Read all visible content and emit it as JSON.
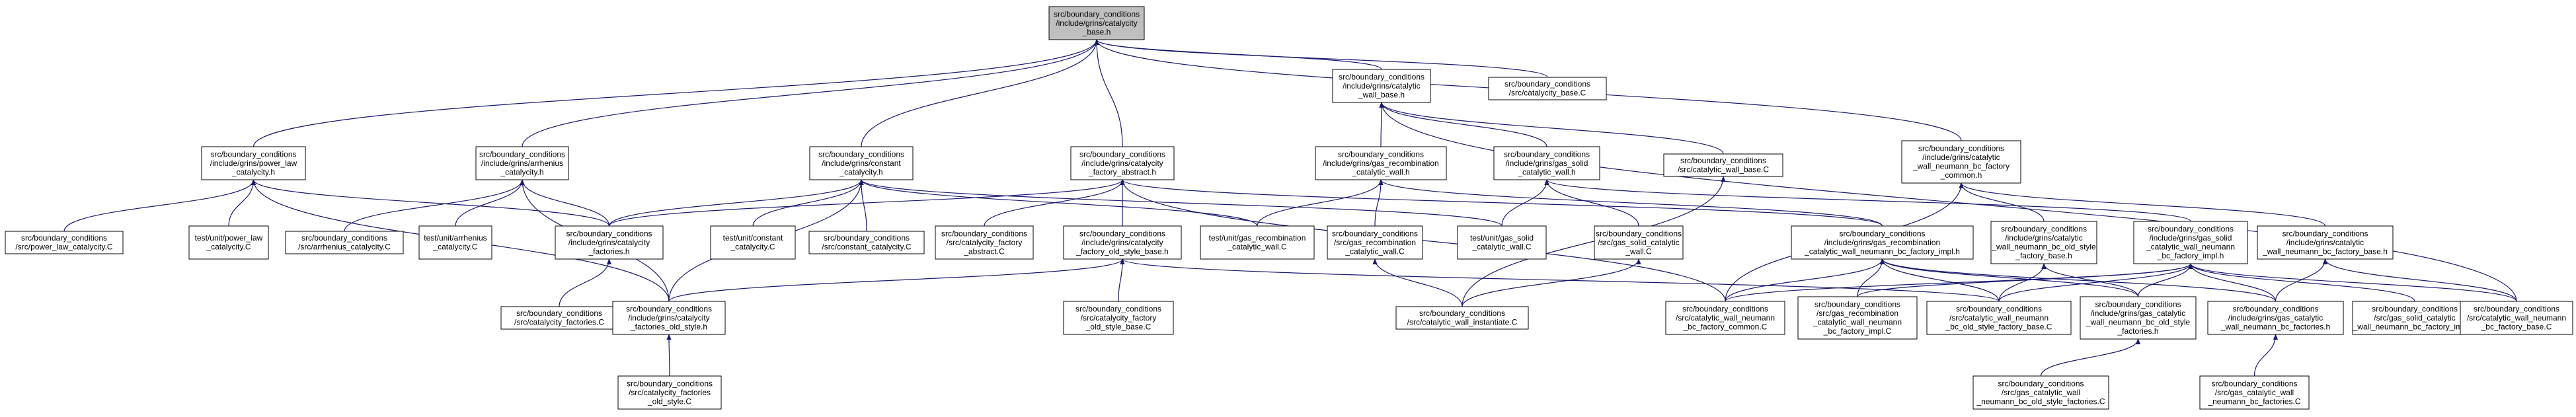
{
  "colors": {
    "edge": "#191970",
    "root_fill": "#bfbfbf",
    "node_fill": "#ffffff",
    "node_border": "#000000"
  },
  "nodes": [
    {
      "id": "root",
      "lines": [
        "src/boundary_conditions",
        "/include/grins/catalycity",
        "_base.h"
      ]
    },
    {
      "id": "power_law_h",
      "lines": [
        "src/boundary_conditions",
        "/include/grins/power_law",
        "_catalycity.h"
      ]
    },
    {
      "id": "arrhenius_h",
      "lines": [
        "src/boundary_conditions",
        "/include/grins/arrhenius",
        "_catalycity.h"
      ]
    },
    {
      "id": "constant_h",
      "lines": [
        "src/boundary_conditions",
        "/include/grins/constant",
        "_catalycity.h"
      ]
    },
    {
      "id": "factory_abstract_h",
      "lines": [
        "src/boundary_conditions",
        "/include/grins/catalycity",
        "_factory_abstract.h"
      ]
    },
    {
      "id": "catalytic_wall_base_h",
      "lines": [
        "src/boundary_conditions",
        "/include/grins/catalytic",
        "_wall_base.h"
      ]
    },
    {
      "id": "catalycity_base_c",
      "lines": [
        "src/boundary_conditions",
        "/src/catalycity_base.C"
      ]
    },
    {
      "id": "gas_recomb_wall_h",
      "lines": [
        "src/boundary_conditions",
        "/include/grins/gas_recombination",
        "_catalytic_wall.h"
      ]
    },
    {
      "id": "gas_solid_wall_h",
      "lines": [
        "src/boundary_conditions",
        "/include/grins/gas_solid",
        "_catalytic_wall.h"
      ]
    },
    {
      "id": "catalytic_wall_base_c",
      "lines": [
        "src/boundary_conditions",
        "/src/catalytic_wall_base.C"
      ]
    },
    {
      "id": "neumann_factory_common_h",
      "lines": [
        "src/boundary_conditions",
        "/include/grins/catalytic",
        "_wall_neumann_bc_factory",
        "_common.h"
      ]
    },
    {
      "id": "power_law_c",
      "lines": [
        "src/boundary_conditions",
        "/src/power_law_catalycity.C"
      ]
    },
    {
      "id": "test_power_law",
      "lines": [
        "test/unit/power_law",
        "_catalycity.C"
      ]
    },
    {
      "id": "arrhenius_c",
      "lines": [
        "src/boundary_conditions",
        "/src/arrhenius_catalycity.C"
      ]
    },
    {
      "id": "test_arrhenius",
      "lines": [
        "test/unit/arrhenius",
        "_catalycity.C"
      ]
    },
    {
      "id": "catalycity_factories_h",
      "lines": [
        "src/boundary_conditions",
        "/include/grins/catalycity",
        "_factories.h"
      ]
    },
    {
      "id": "test_constant",
      "lines": [
        "test/unit/constant",
        "_catalycity.C"
      ]
    },
    {
      "id": "constant_c",
      "lines": [
        "src/boundary_conditions",
        "/src/constant_catalycity.C"
      ]
    },
    {
      "id": "factory_abstract_c",
      "lines": [
        "src/boundary_conditions",
        "/src/catalycity_factory",
        "_abstract.C"
      ]
    },
    {
      "id": "factory_old_style_base_h",
      "lines": [
        "src/boundary_conditions",
        "/include/grins/catalycity",
        "_factory_old_style_base.h"
      ]
    },
    {
      "id": "test_gas_recomb",
      "lines": [
        "test/unit/gas_recombination",
        "_catalytic_wall.C"
      ]
    },
    {
      "id": "gas_recomb_wall_c",
      "lines": [
        "src/boundary_conditions",
        "/src/gas_recombination",
        "_catalytic_wall.C"
      ]
    },
    {
      "id": "test_gas_solid",
      "lines": [
        "test/unit/gas_solid",
        "_catalytic_wall.C"
      ]
    },
    {
      "id": "gas_solid_wall_c",
      "lines": [
        "src/boundary_conditions",
        "/src/gas_solid_catalytic",
        "_wall.C"
      ]
    },
    {
      "id": "gas_recomb_neumann_impl_h",
      "lines": [
        "src/boundary_conditions",
        "/include/grins/gas_recombination",
        "_catalytic_wall_neumann_bc_factory_impl.h"
      ]
    },
    {
      "id": "neumann_old_style_base_h",
      "lines": [
        "src/boundary_conditions",
        "/include/grins/catalytic",
        "_wall_neumann_bc_old_style",
        "_factory_base.h"
      ]
    },
    {
      "id": "gas_solid_neumann_impl_h",
      "lines": [
        "src/boundary_conditions",
        "/include/grins/gas_solid",
        "_catalytic_wall_neumann",
        "_bc_factory_impl.h"
      ]
    },
    {
      "id": "neumann_factory_base_h",
      "lines": [
        "src/boundary_conditions",
        "/include/grins/catalytic",
        "_wall_neumann_bc_factory_base.h"
      ]
    },
    {
      "id": "catalycity_factories_c",
      "lines": [
        "src/boundary_conditions",
        "/src/catalycity_factories.C"
      ]
    },
    {
      "id": "factories_old_style_h",
      "lines": [
        "src/boundary_conditions",
        "/include/grins/catalycity",
        "_factories_old_style.h"
      ]
    },
    {
      "id": "factory_old_style_base_c",
      "lines": [
        "src/boundary_conditions",
        "/src/catalycity_factory",
        "_old_style_base.C"
      ]
    },
    {
      "id": "wall_instantiate_c",
      "lines": [
        "src/boundary_conditions",
        "/src/catalytic_wall_instantiate.C"
      ]
    },
    {
      "id": "neumann_factory_common_c",
      "lines": [
        "src/boundary_conditions",
        "/src/catalytic_wall_neumann",
        "_bc_factory_common.C"
      ]
    },
    {
      "id": "gas_recomb_neumann_impl_c",
      "lines": [
        "src/boundary_conditions",
        "/src/gas_recombination",
        "_catalytic_wall_neumann",
        "_bc_factory_impl.C"
      ]
    },
    {
      "id": "neumann_old_style_base_c",
      "lines": [
        "src/boundary_conditions",
        "/src/catalytic_wall_neumann",
        "_bc_old_style_factory_base.C"
      ]
    },
    {
      "id": "gas_catalytic_neumann_old_style_h",
      "lines": [
        "src/boundary_conditions",
        "/include/grins/gas_catalytic",
        "_wall_neumann_bc_old_style",
        "_factories.h"
      ]
    },
    {
      "id": "gas_catalytic_neumann_factories_h",
      "lines": [
        "src/boundary_conditions",
        "/include/grins/gas_catalytic",
        "_wall_neumann_bc_factories.h"
      ]
    },
    {
      "id": "gas_solid_neumann_impl_c",
      "lines": [
        "src/boundary_conditions",
        "/src/gas_solid_catalytic",
        "_wall_neumann_bc_factory_impl.C"
      ]
    },
    {
      "id": "neumann_factory_base_c",
      "lines": [
        "src/boundary_conditions",
        "/src/catalytic_wall_neumann",
        "_bc_factory_base.C"
      ]
    },
    {
      "id": "factories_old_style_c",
      "lines": [
        "src/boundary_conditions",
        "/src/catalycity_factories",
        "_old_style.C"
      ]
    },
    {
      "id": "gas_catalytic_neumann_old_style_c",
      "lines": [
        "src/boundary_conditions",
        "/src/gas_catalytic_wall",
        "_neumann_bc_old_style_factories.C"
      ]
    },
    {
      "id": "gas_catalytic_neumann_factories_c",
      "lines": [
        "src/boundary_conditions",
        "/src/gas_catalytic_wall",
        "_neumann_bc_factories.C"
      ]
    }
  ],
  "edges": [
    [
      "power_law_h",
      "root"
    ],
    [
      "arrhenius_h",
      "root"
    ],
    [
      "constant_h",
      "root"
    ],
    [
      "factory_abstract_h",
      "root"
    ],
    [
      "catalytic_wall_base_h",
      "root"
    ],
    [
      "catalycity_base_c",
      "root"
    ],
    [
      "neumann_factory_common_h",
      "root"
    ],
    [
      "power_law_c",
      "power_law_h"
    ],
    [
      "test_power_law",
      "power_law_h"
    ],
    [
      "catalycity_factories_h",
      "power_law_h"
    ],
    [
      "factories_old_style_h",
      "power_law_h"
    ],
    [
      "arrhenius_c",
      "arrhenius_h"
    ],
    [
      "test_arrhenius",
      "arrhenius_h"
    ],
    [
      "catalycity_factories_h",
      "arrhenius_h"
    ],
    [
      "factories_old_style_h",
      "arrhenius_h"
    ],
    [
      "catalycity_factories_h",
      "constant_h"
    ],
    [
      "test_constant",
      "constant_h"
    ],
    [
      "constant_c",
      "constant_h"
    ],
    [
      "factories_old_style_h",
      "constant_h"
    ],
    [
      "test_gas_recomb",
      "constant_h"
    ],
    [
      "test_gas_solid",
      "constant_h"
    ],
    [
      "factory_abstract_c",
      "factory_abstract_h"
    ],
    [
      "factory_old_style_base_h",
      "factory_abstract_h"
    ],
    [
      "catalycity_factories_h",
      "factory_abstract_h"
    ],
    [
      "neumann_factory_common_c",
      "factory_abstract_h"
    ],
    [
      "gas_recomb_neumann_impl_h",
      "factory_abstract_h"
    ],
    [
      "gas_recomb_wall_h",
      "catalytic_wall_base_h"
    ],
    [
      "gas_solid_wall_h",
      "catalytic_wall_base_h"
    ],
    [
      "catalytic_wall_base_c",
      "catalytic_wall_base_h"
    ],
    [
      "neumann_factory_base_c",
      "catalytic_wall_base_h"
    ],
    [
      "test_gas_recomb",
      "gas_recomb_wall_h"
    ],
    [
      "gas_recomb_wall_c",
      "gas_recomb_wall_h"
    ],
    [
      "gas_recomb_neumann_impl_h",
      "gas_recomb_wall_h"
    ],
    [
      "test_gas_solid",
      "gas_solid_wall_h"
    ],
    [
      "gas_solid_wall_c",
      "gas_solid_wall_h"
    ],
    [
      "gas_solid_neumann_impl_h",
      "gas_solid_wall_h"
    ],
    [
      "wall_instantiate_c",
      "catalytic_wall_base_c"
    ],
    [
      "neumann_factory_common_c",
      "neumann_factory_common_h"
    ],
    [
      "neumann_old_style_base_h",
      "neumann_factory_common_h"
    ],
    [
      "neumann_factory_base_h",
      "neumann_factory_common_h"
    ],
    [
      "catalycity_factories_c",
      "catalycity_factories_h"
    ],
    [
      "factories_old_style_h",
      "factory_old_style_base_h"
    ],
    [
      "factory_old_style_base_c",
      "factory_old_style_base_h"
    ],
    [
      "neumann_old_style_base_c",
      "factory_old_style_base_h"
    ],
    [
      "wall_instantiate_c",
      "gas_recomb_wall_c"
    ],
    [
      "wall_instantiate_c",
      "gas_solid_wall_c"
    ],
    [
      "neumann_factory_common_c",
      "gas_recomb_neumann_impl_h"
    ],
    [
      "gas_recomb_neumann_impl_c",
      "gas_recomb_neumann_impl_h"
    ],
    [
      "neumann_old_style_base_c",
      "gas_recomb_neumann_impl_h"
    ],
    [
      "gas_catalytic_neumann_old_style_h",
      "gas_recomb_neumann_impl_h"
    ],
    [
      "gas_catalytic_neumann_factories_h",
      "gas_recomb_neumann_impl_h"
    ],
    [
      "neumann_old_style_base_c",
      "neumann_old_style_base_h"
    ],
    [
      "gas_catalytic_neumann_old_style_h",
      "neumann_old_style_base_h"
    ],
    [
      "neumann_factory_common_c",
      "gas_solid_neumann_impl_h"
    ],
    [
      "gas_recomb_neumann_impl_c",
      "gas_solid_neumann_impl_h"
    ],
    [
      "neumann_old_style_base_c",
      "gas_solid_neumann_impl_h"
    ],
    [
      "gas_catalytic_neumann_old_style_h",
      "gas_solid_neumann_impl_h"
    ],
    [
      "gas_catalytic_neumann_factories_h",
      "gas_solid_neumann_impl_h"
    ],
    [
      "gas_solid_neumann_impl_c",
      "gas_solid_neumann_impl_h"
    ],
    [
      "neumann_factory_base_c",
      "gas_solid_neumann_impl_h"
    ],
    [
      "gas_catalytic_neumann_factories_h",
      "neumann_factory_base_h"
    ],
    [
      "neumann_factory_base_c",
      "neumann_factory_base_h"
    ],
    [
      "factories_old_style_c",
      "factories_old_style_h"
    ],
    [
      "gas_catalytic_neumann_old_style_c",
      "gas_catalytic_neumann_old_style_h"
    ],
    [
      "gas_catalytic_neumann_factories_c",
      "gas_catalytic_neumann_factories_h"
    ]
  ]
}
